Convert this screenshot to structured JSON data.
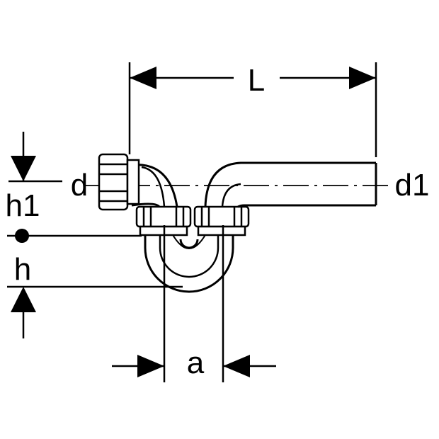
{
  "dimensions": {
    "length": "L",
    "inlet_diameter": "d",
    "outlet_diameter": "d1",
    "upper_height": "h1",
    "lower_height": "h",
    "spacing": "a"
  },
  "colors": {
    "ink": "#000000",
    "background": "#ffffff"
  }
}
